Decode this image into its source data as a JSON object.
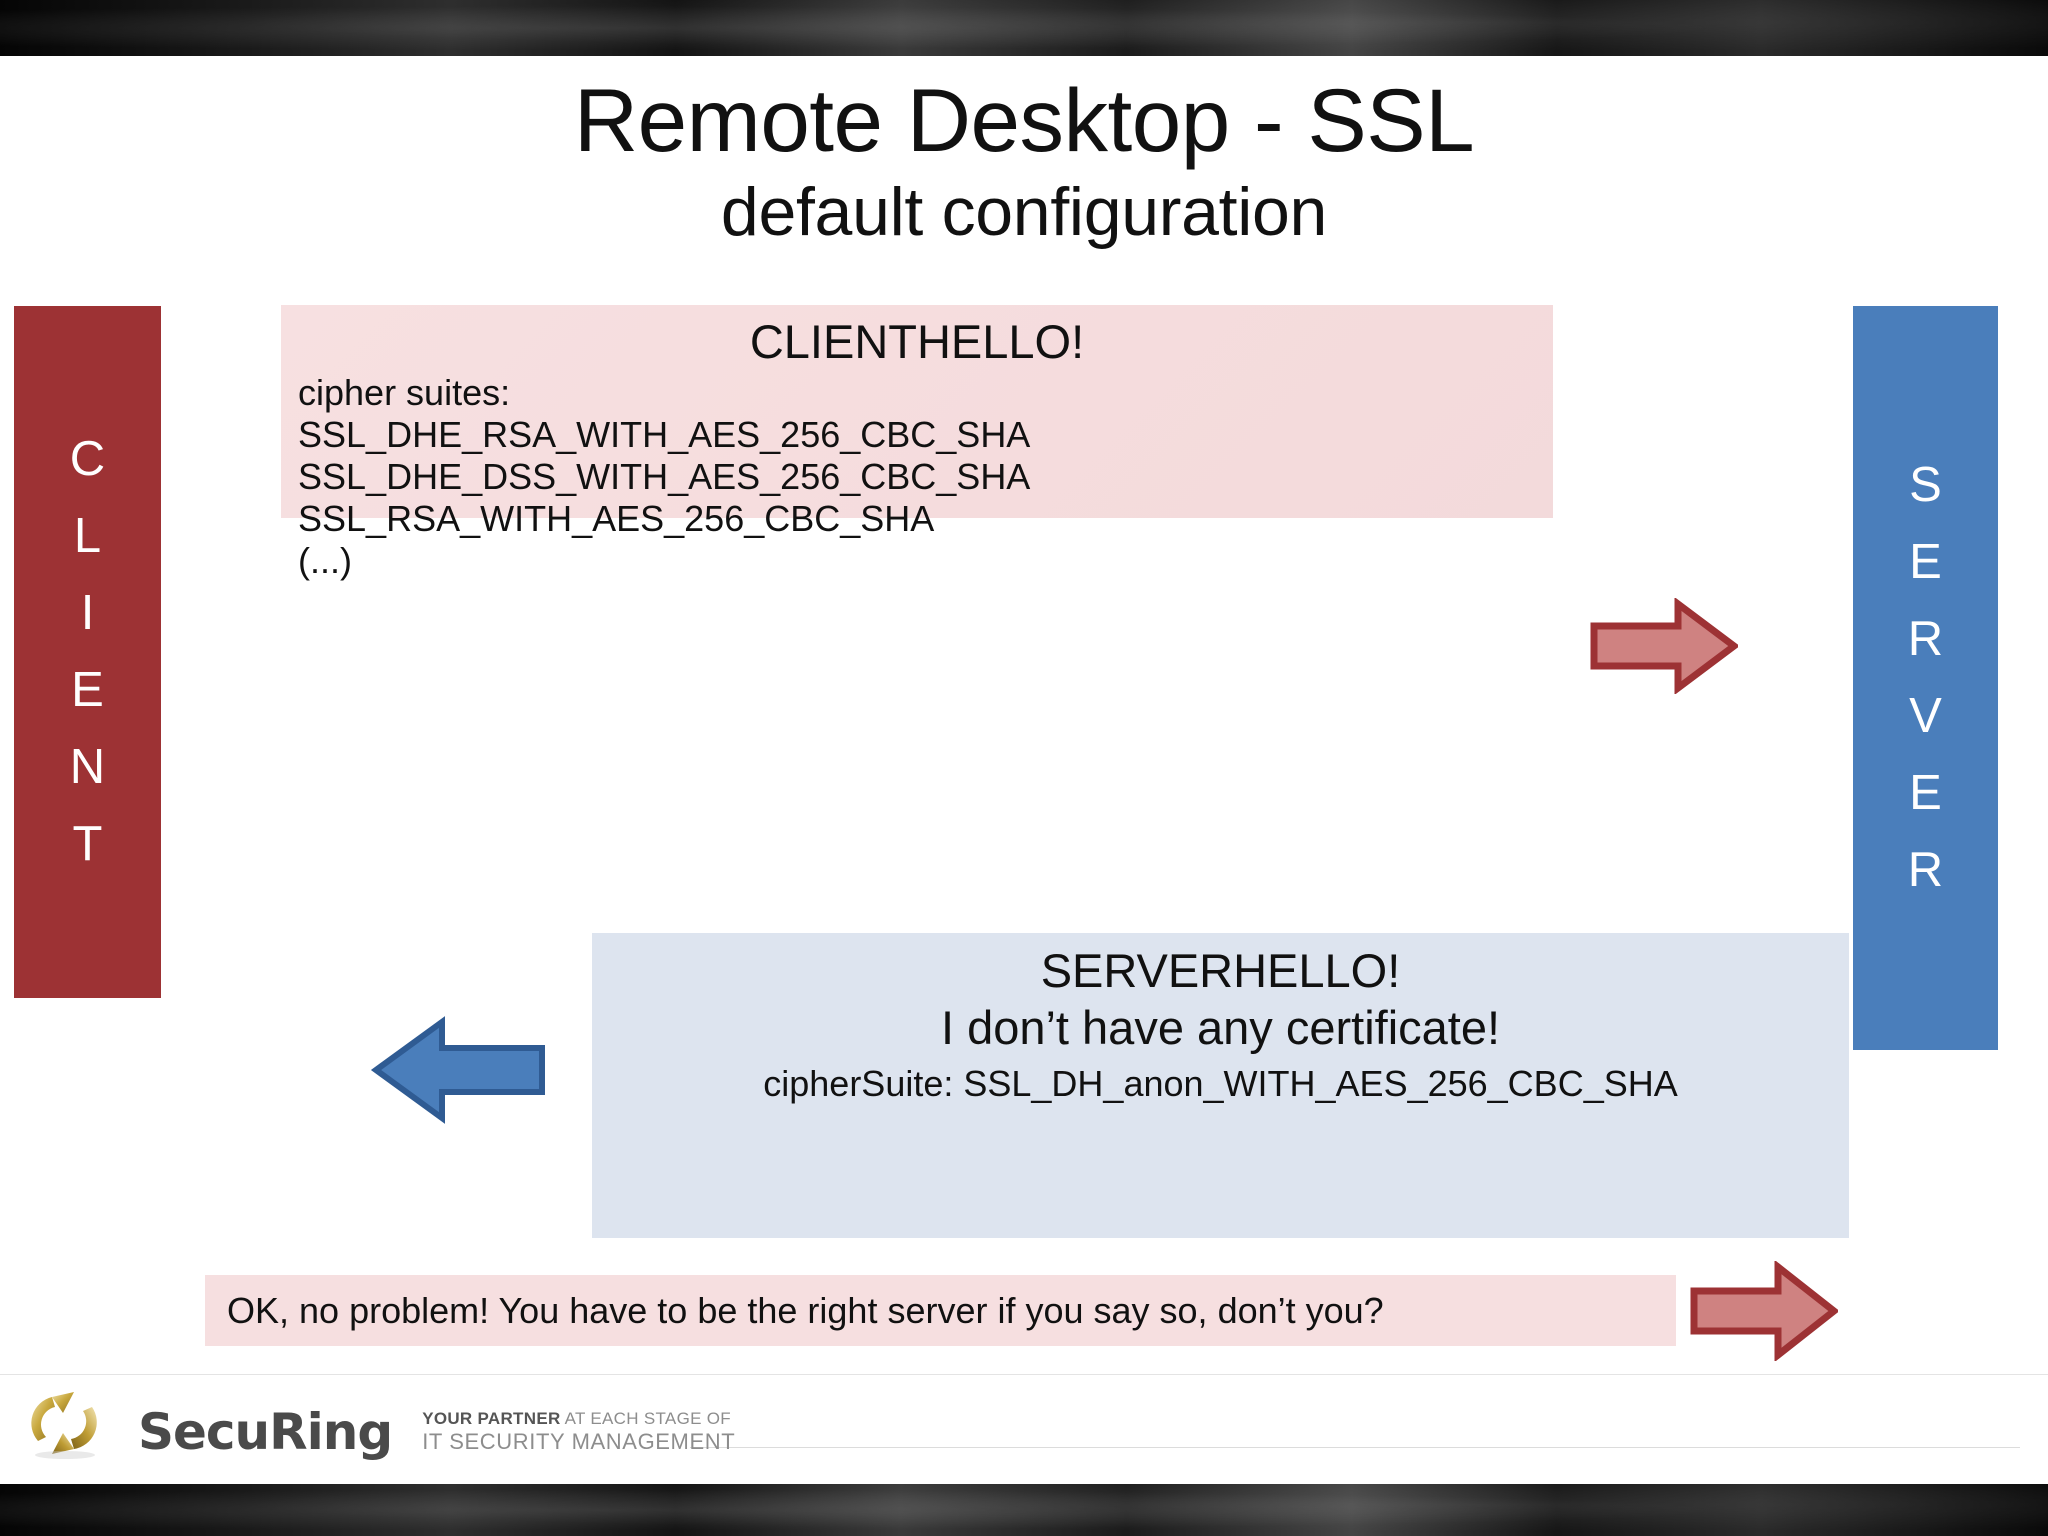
{
  "slide": {
    "title": "Remote Desktop - SSL",
    "subtitle": "default configuration"
  },
  "client_bar": {
    "label": "CLIENT",
    "color": "#9d3234",
    "text_color": "#ffffff"
  },
  "server_bar": {
    "label": "SERVER",
    "color": "#4a7ebb",
    "text_color": "#ffffff"
  },
  "clienthello": {
    "title": "CLIENTHELLO!",
    "intro": "cipher suites:",
    "cipher_suites": [
      "SSL_DHE_RSA_WITH_AES_256_CBC_SHA",
      "SSL_DHE_DSS_WITH_AES_256_CBC_SHA",
      "SSL_RSA_WITH_AES_256_CBC_SHA",
      "(...)"
    ],
    "background": "#f6dfe0",
    "arrow_direction": "right",
    "arrow_color": "#cf8281",
    "arrow_border": "#9d3234"
  },
  "serverhello": {
    "title": "SERVERHELLO!",
    "line2": "I don’t have any certificate!",
    "cipher_line": "cipherSuite: SSL_DH_anon_WITH_AES_256_CBC_SHA",
    "background": "#dde4ef",
    "arrow_direction": "left",
    "arrow_color": "#4a7ebb",
    "arrow_border": "#2f5b93"
  },
  "ok_bar": {
    "text": "OK, no problem! You have to be the right server if you say so, don’t you?",
    "background": "#f6dfe0",
    "arrow_direction": "right",
    "arrow_color": "#cf8281",
    "arrow_border": "#9d3234"
  },
  "footer": {
    "logo_word": "SecuRing",
    "tagline_bold": "YOUR PARTNER",
    "tagline_rest": " AT EACH STAGE OF",
    "tagline_line2": "IT SECURITY MANAGEMENT"
  }
}
